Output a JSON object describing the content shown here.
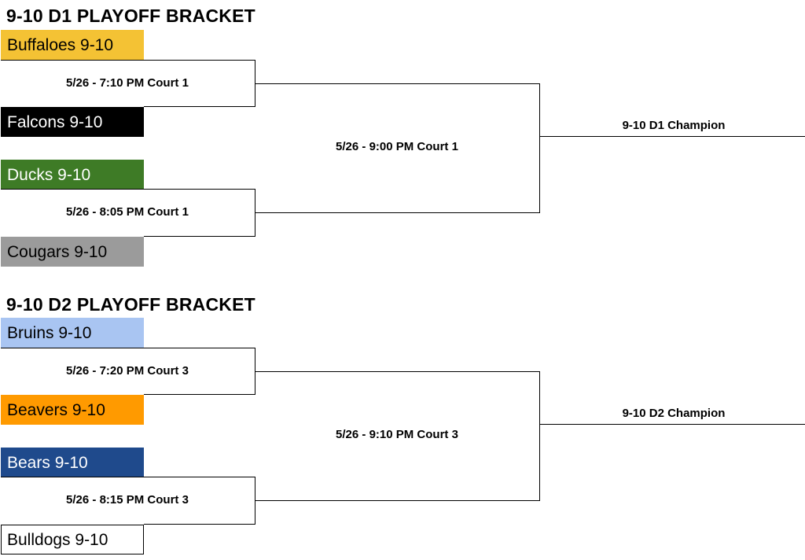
{
  "brackets": [
    {
      "title": "9-10 D1 PLAYOFF BRACKET",
      "teams": [
        {
          "name": "Buffaloes 9-10",
          "bg": "#f4c234",
          "fg": "#000000",
          "border": "#f4c234"
        },
        {
          "name": "Falcons 9-10",
          "bg": "#000000",
          "fg": "#ffffff",
          "border": "#000000"
        },
        {
          "name": "Ducks 9-10",
          "bg": "#3e7b26",
          "fg": "#ffffff",
          "border": "#3e7b26"
        },
        {
          "name": "Cougars 9-10",
          "bg": "#9b9b9b",
          "fg": "#000000",
          "border": "#9b9b9b"
        }
      ],
      "games": {
        "semi1": "5/26 - 7:10 PM Court 1",
        "semi2": "5/26 - 8:05 PM Court 1",
        "final": "5/26 - 9:00 PM Court 1"
      },
      "champion": "9-10 D1 Champion"
    },
    {
      "title": "9-10 D2 PLAYOFF BRACKET",
      "teams": [
        {
          "name": "Bruins 9-10",
          "bg": "#a9c5f2",
          "fg": "#000000",
          "border": "#a9c5f2"
        },
        {
          "name": "Beavers 9-10",
          "bg": "#ff9a00",
          "fg": "#000000",
          "border": "#ff9a00"
        },
        {
          "name": "Bears 9-10",
          "bg": "#1f4a8c",
          "fg": "#ffffff",
          "border": "#1f4a8c"
        },
        {
          "name": "Bulldogs 9-10",
          "bg": "#ffffff",
          "fg": "#000000",
          "border": "#000000"
        }
      ],
      "games": {
        "semi1": "5/26 - 7:20 PM Court 3",
        "semi2": "5/26 - 8:15 PM Court 3",
        "final": "5/26 - 9:10 PM Court 3"
      },
      "champion": "9-10 D2 Champion"
    }
  ]
}
